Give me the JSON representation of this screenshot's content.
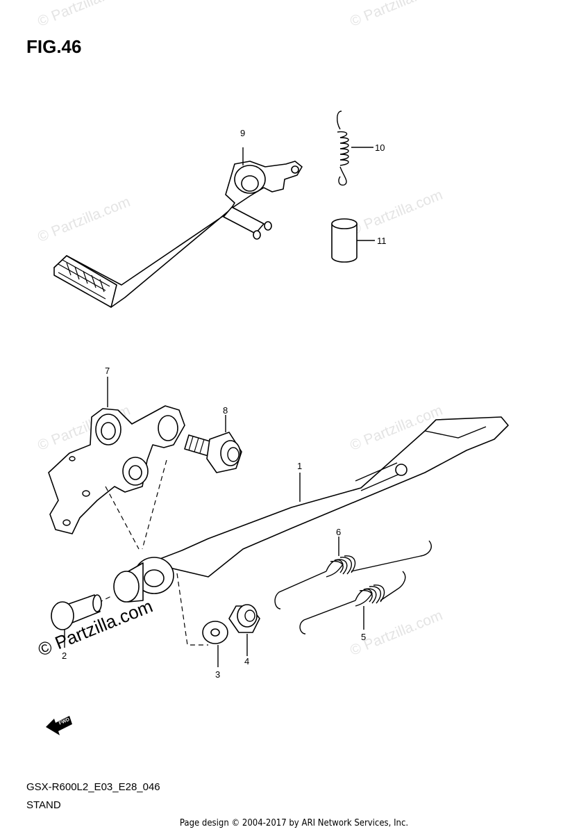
{
  "figure": {
    "title": "FIG.46"
  },
  "callouts": [
    {
      "id": "1",
      "label": "1"
    },
    {
      "id": "2",
      "label": "2"
    },
    {
      "id": "3",
      "label": "3"
    },
    {
      "id": "4",
      "label": "4"
    },
    {
      "id": "5",
      "label": "5"
    },
    {
      "id": "6",
      "label": "6"
    },
    {
      "id": "7",
      "label": "7"
    },
    {
      "id": "8",
      "label": "8"
    },
    {
      "id": "9",
      "label": "9"
    },
    {
      "id": "10",
      "label": "10"
    },
    {
      "id": "11",
      "label": "11"
    }
  ],
  "diagram_code": "GSX-R600L2_E03_E28_046",
  "section_name": "STAND",
  "direction_marker": "FWD",
  "watermark": "© Partzilla.com",
  "footer": "Page design © 2004-2017 by ARI Network Services, Inc."
}
